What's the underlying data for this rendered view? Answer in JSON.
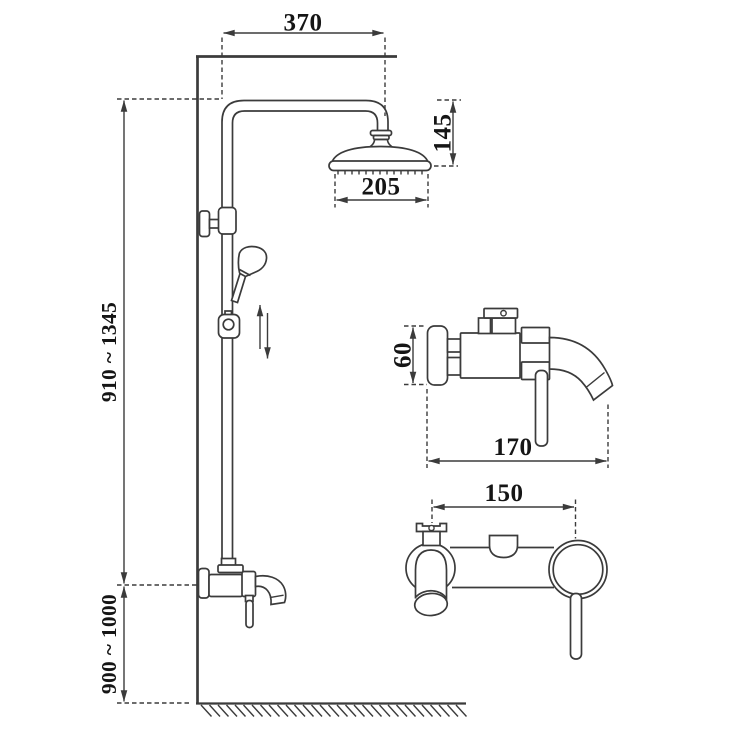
{
  "meta": {
    "background": "#ffffff",
    "line_color": "#3b3b3b",
    "text_color": "#151515"
  },
  "labels": {
    "arm_reach": "370",
    "head_height": "145",
    "head_width": "205",
    "column_height_range": "910 ~ 1345",
    "spout_height_range": "900 ~ 1000",
    "valve_body_height": "60",
    "valve_depth": "170",
    "valve_center_width": "150"
  }
}
